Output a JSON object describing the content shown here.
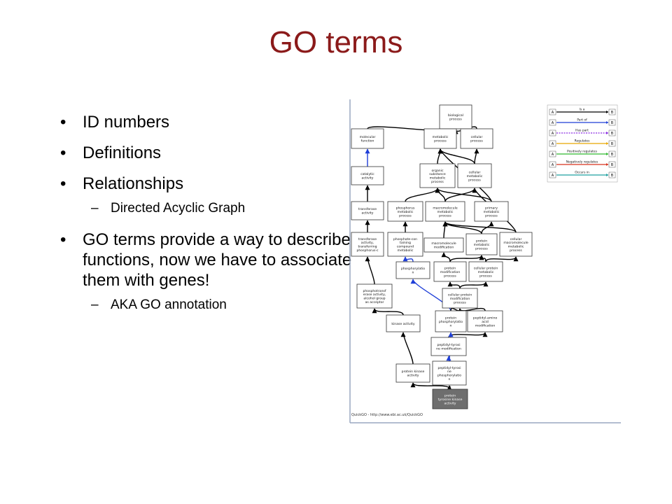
{
  "slide": {
    "title": "GO terms",
    "bullets": [
      {
        "text": "ID numbers"
      },
      {
        "text": "Definitions"
      },
      {
        "text": "Relationships"
      },
      {
        "text": "GO terms provide a way to describe functions, now we have to associate them with genes!"
      }
    ],
    "sub_bullets": {
      "relationships": "Directed Acyclic Graph",
      "go_terms": "AKA GO annotation"
    },
    "bullet_char": "•",
    "dash_char": "–"
  },
  "diagram": {
    "caption": "QuickGO - http://www.ebi.ac.uk/QuickGO",
    "nodes": [
      {
        "id": "bio",
        "lines": [
          "biological",
          "process"
        ]
      },
      {
        "id": "mol",
        "lines": [
          "molecular",
          "function"
        ]
      },
      {
        "id": "met",
        "lines": [
          "metabolic",
          "process"
        ]
      },
      {
        "id": "cel",
        "lines": [
          "cellular",
          "process"
        ]
      },
      {
        "id": "cat",
        "lines": [
          "catalytic",
          "activity"
        ]
      },
      {
        "id": "org",
        "lines": [
          "organic",
          "substance",
          "metabolic",
          "process"
        ]
      },
      {
        "id": "cmp",
        "lines": [
          "cellular",
          "metabolic",
          "process"
        ]
      },
      {
        "id": "tra",
        "lines": [
          "transferase",
          "activity"
        ]
      },
      {
        "id": "pho",
        "lines": [
          "phosphorus",
          "metabolic",
          "process"
        ]
      },
      {
        "id": "mac",
        "lines": [
          "macromolecule",
          "metabolic",
          "process"
        ]
      },
      {
        "id": "pri",
        "lines": [
          "primary",
          "metabolic",
          "process"
        ]
      },
      {
        "id": "trp",
        "lines": [
          "transferase",
          "activity,",
          "transferring",
          "phosphorus-c"
        ]
      },
      {
        "id": "pcc",
        "lines": [
          "phosphate-con",
          "taining",
          "compound",
          "metabolic"
        ]
      },
      {
        "id": "mmo",
        "lines": [
          "macromolecule",
          "modification"
        ]
      },
      {
        "id": "prm",
        "lines": [
          "protein",
          "metabolic",
          "process"
        ]
      },
      {
        "id": "cmm",
        "lines": [
          "cellular",
          "macromolecule",
          "metabolic",
          "process"
        ]
      },
      {
        "id": "phs",
        "lines": [
          "phosphorylatio",
          "n"
        ]
      },
      {
        "id": "pmp",
        "lines": [
          "protein",
          "modification",
          "process"
        ]
      },
      {
        "id": "cpm",
        "lines": [
          "cellular protein",
          "metabolic",
          "process"
        ]
      },
      {
        "id": "pta",
        "lines": [
          "phosphotransf",
          "erase activity,",
          "alcohol group",
          "as acceptor"
        ]
      },
      {
        "id": "cpmp",
        "lines": [
          "cellular protein",
          "modification",
          "process"
        ]
      },
      {
        "id": "kin",
        "lines": [
          "kinase activity"
        ]
      },
      {
        "id": "ppho",
        "lines": [
          "protein",
          "phosphorylatio",
          "n"
        ]
      },
      {
        "id": "paam",
        "lines": [
          "peptidyl-amino",
          "acid",
          "modification"
        ]
      },
      {
        "id": "ptm",
        "lines": [
          "peptidyl-tyrosi",
          "ne modification"
        ]
      },
      {
        "id": "pka",
        "lines": [
          "protein kinase",
          "activity"
        ]
      },
      {
        "id": "ptp",
        "lines": [
          "peptidyl-tyrosi",
          "ne",
          "phosphorylatio",
          "n"
        ]
      },
      {
        "id": "ptk",
        "lines": [
          "protein",
          "tyrosine kinase",
          "activity"
        ]
      }
    ],
    "legend": [
      {
        "a": "A",
        "label": "Is a",
        "b": "B",
        "color": "#000000"
      },
      {
        "a": "A",
        "label": "Part of",
        "b": "B",
        "color": "#1f3fd8"
      },
      {
        "a": "A",
        "label": "Has part",
        "b": "B",
        "color": "#8a2be2"
      },
      {
        "a": "A",
        "label": "Regulates",
        "b": "B",
        "color": "#e8a800"
      },
      {
        "a": "A",
        "label": "Positively regulates",
        "b": "B",
        "color": "#2fb82f"
      },
      {
        "a": "A",
        "label": "Negatively regulates",
        "b": "B",
        "color": "#d8301c"
      },
      {
        "a": "A",
        "label": "Occurs in",
        "b": "B",
        "color": "#1fa0a0"
      }
    ]
  }
}
